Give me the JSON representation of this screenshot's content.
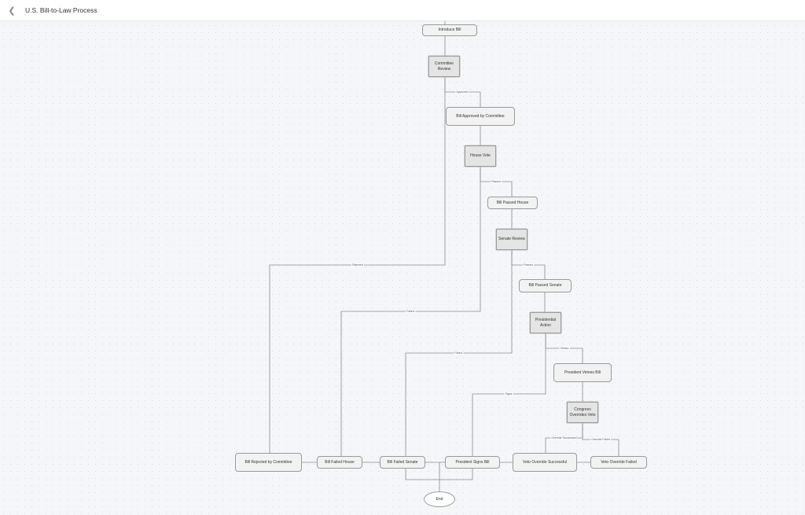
{
  "header": {
    "title": "U.S. Bill-to-Law Process",
    "back_icon": "chevron-left-icon"
  },
  "nodes": {
    "introduce": "Introduce Bill",
    "committee_review": "Committee Review",
    "approved_committee": "Bill Approved by Committee",
    "house_vote": "House Vote",
    "passed_house": "Bill Passed House",
    "senate_review": "Senate Review",
    "passed_senate": "Bill Passed Senate",
    "presidential_action": "Presidential Action",
    "vetoes": "President Vetoes Bill",
    "overrides": "Congress Overrides Veto",
    "rejected_committee": "Bill Rejected by Committee",
    "failed_house": "Bill Failed House",
    "failed_senate": "Bill Failed Senate",
    "signs": "President Signs Bill",
    "override_success": "Veto Override Successful",
    "override_failed": "Veto Override Failed",
    "end": "End"
  },
  "edge_labels": {
    "approved": "Approved",
    "rejected": "Rejected",
    "house_passed": "Passed",
    "house_failed": "Failed",
    "senate_passed": "Passed",
    "senate_failed": "Failed",
    "vetoes": "Vetoes",
    "signs": "Signs",
    "override_successful": "Override Successful",
    "override_failed": "Override Failed"
  }
}
